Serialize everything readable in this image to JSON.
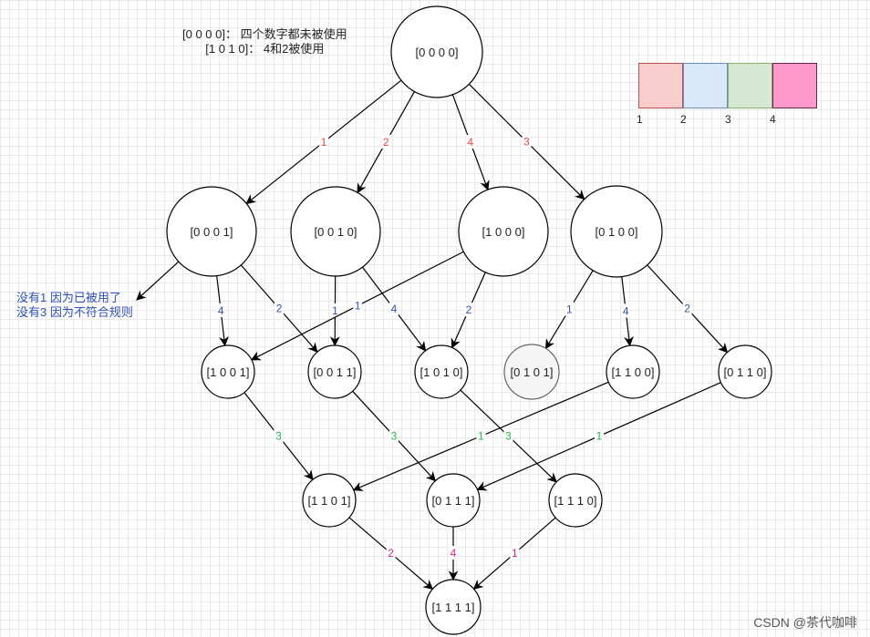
{
  "notes": {
    "top_line1": "[0 0 0 0]： 四个数字都未被使用",
    "top_line2": "[1 0 1 0]： 4和2被使用",
    "side_line1": "没有1 因为已被用了",
    "side_line2": "没有3 因为不符合规则"
  },
  "legend": {
    "items": [
      {
        "label": "1",
        "fill": "#f8cecc",
        "stroke": "#b85450"
      },
      {
        "label": "2",
        "fill": "#dae8fc",
        "stroke": "#6c8ebf"
      },
      {
        "label": "3",
        "fill": "#d5e8d4",
        "stroke": "#82b366"
      },
      {
        "label": "4",
        "fill": "#ff99cc",
        "stroke": "#6b2350"
      }
    ]
  },
  "nodes": [
    {
      "id": "n0000",
      "label": "[0 0 0 0]"
    },
    {
      "id": "n0001",
      "label": "[0 0 0 1]"
    },
    {
      "id": "n0010",
      "label": "[0 0 1 0]"
    },
    {
      "id": "n1000",
      "label": "[1 0 0 0]"
    },
    {
      "id": "n0100",
      "label": "[0 1 0 0]"
    },
    {
      "id": "n1001",
      "label": "[1 0 0 1]"
    },
    {
      "id": "n0011",
      "label": "[0 0 1 1]"
    },
    {
      "id": "n1010",
      "label": "[1 0 1 0]"
    },
    {
      "id": "n0101",
      "label": "[0 1 0 1]",
      "disabled": true
    },
    {
      "id": "n1100",
      "label": "[1 1 0 0]"
    },
    {
      "id": "n0110",
      "label": "[0 1 1 0]"
    },
    {
      "id": "n1101",
      "label": "[1 1 0 1]"
    },
    {
      "id": "n0111",
      "label": "[0 1 1 1]"
    },
    {
      "id": "n1110",
      "label": "[1 1 1 0]"
    },
    {
      "id": "n1111",
      "label": "[1 1 1 1]"
    }
  ],
  "edges": [
    {
      "from": "n0000",
      "to": "n0001",
      "label": "1",
      "color": "#ff4040"
    },
    {
      "from": "n0000",
      "to": "n0010",
      "label": "2",
      "color": "#ff4040"
    },
    {
      "from": "n0000",
      "to": "n1000",
      "label": "4",
      "color": "#ff4040"
    },
    {
      "from": "n0000",
      "to": "n0100",
      "label": "3",
      "color": "#ff4040"
    },
    {
      "from": "n0001",
      "to": "side_note",
      "label": "",
      "color": "#2f4fbf"
    },
    {
      "from": "n0001",
      "to": "n1001",
      "label": "4",
      "color": "#2f4fbf"
    },
    {
      "from": "n0001",
      "to": "n0011",
      "label": "2",
      "color": "#2f4fbf"
    },
    {
      "from": "n0010",
      "to": "n0011",
      "label": "1",
      "color": "#2f4fbf"
    },
    {
      "from": "n0010",
      "to": "n1010",
      "label": "4",
      "color": "#2f4fbf"
    },
    {
      "from": "n1000",
      "to": "n1001",
      "label": "1",
      "color": "#2f4fbf"
    },
    {
      "from": "n1000",
      "to": "n1010",
      "label": "2",
      "color": "#2f4fbf"
    },
    {
      "from": "n0100",
      "to": "n0101",
      "label": "1",
      "color": "#2f4fbf"
    },
    {
      "from": "n0100",
      "to": "n1100",
      "label": "4",
      "color": "#2f4fbf"
    },
    {
      "from": "n0100",
      "to": "n0110",
      "label": "2",
      "color": "#2f4fbf"
    },
    {
      "from": "n1001",
      "to": "n1101",
      "label": "3",
      "color": "#22bb44"
    },
    {
      "from": "n0011",
      "to": "n0111",
      "label": "3",
      "color": "#22bb44"
    },
    {
      "from": "n1010",
      "to": "n1110",
      "label": "3",
      "color": "#22bb44"
    },
    {
      "from": "n1100",
      "to": "n1101",
      "label": "1",
      "color": "#22bb44"
    },
    {
      "from": "n0110",
      "to": "n0111",
      "label": "1",
      "color": "#22bb44"
    },
    {
      "from": "n1101",
      "to": "n1111",
      "label": "2",
      "color": "#dd2299"
    },
    {
      "from": "n0111",
      "to": "n1111",
      "label": "4",
      "color": "#dd2299"
    },
    {
      "from": "n1110",
      "to": "n1111",
      "label": "1",
      "color": "#dd2299"
    }
  ],
  "watermark": "CSDN @茶代咖啡"
}
